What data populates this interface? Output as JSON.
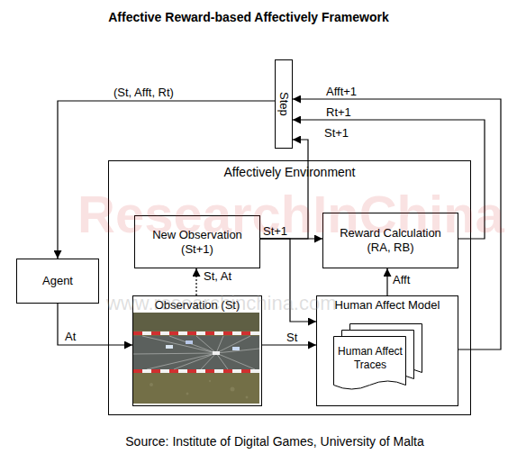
{
  "diagram": {
    "title": "Affective Reward-based Affectively Framework",
    "caption": "Source: Institute of Digital Games, University of Malta",
    "nodes": [
      {
        "text": [
          "Step"
        ]
      },
      {
        "text": [
          "Agent"
        ]
      },
      {
        "text": [
          "Affectively Environment"
        ]
      },
      {
        "text": [
          "New Observation (St+1)"
        ],
        "in": 2
      },
      {
        "text": [
          "Reward Calculation (RA, RB)"
        ],
        "in": 2
      },
      {
        "text": [
          "Observation (St)"
        ],
        "in": 2
      },
      {
        "text": [
          "Human Affect Model"
        ],
        "in": 2
      },
      {
        "text": [
          "Human Affect Traces"
        ],
        "in": 6
      }
    ],
    "edges": [
      {
        "from": 0,
        "to": 1,
        "label": "(St, Afft, Rt)",
        "arrow": "to"
      },
      {
        "from": 1,
        "to": 5,
        "label": "At",
        "arrow": "to"
      },
      {
        "from": 5,
        "to": 3,
        "label": "St, At",
        "arrow": "to"
      },
      {
        "from": 5,
        "to": 6,
        "label": "St",
        "arrow": "to"
      },
      {
        "from": 3,
        "to": 4,
        "label": "St+1",
        "arrow": "to"
      },
      {
        "from": 3,
        "to": 6,
        "arrow": "to"
      },
      {
        "from": 3,
        "to": 0,
        "label": "St+1",
        "arrow": "to"
      },
      {
        "from": 6,
        "to": 4,
        "label": "Afft",
        "arrow": "to"
      },
      {
        "from": 4,
        "to": 0,
        "label": "Rt+1",
        "arrow": "to"
      },
      {
        "from": 6,
        "to": 0,
        "label": "Afft+1",
        "arrow": "to"
      }
    ],
    "labels": [
      "ResearchInChina",
      "www.researchinchina.com"
    ]
  }
}
